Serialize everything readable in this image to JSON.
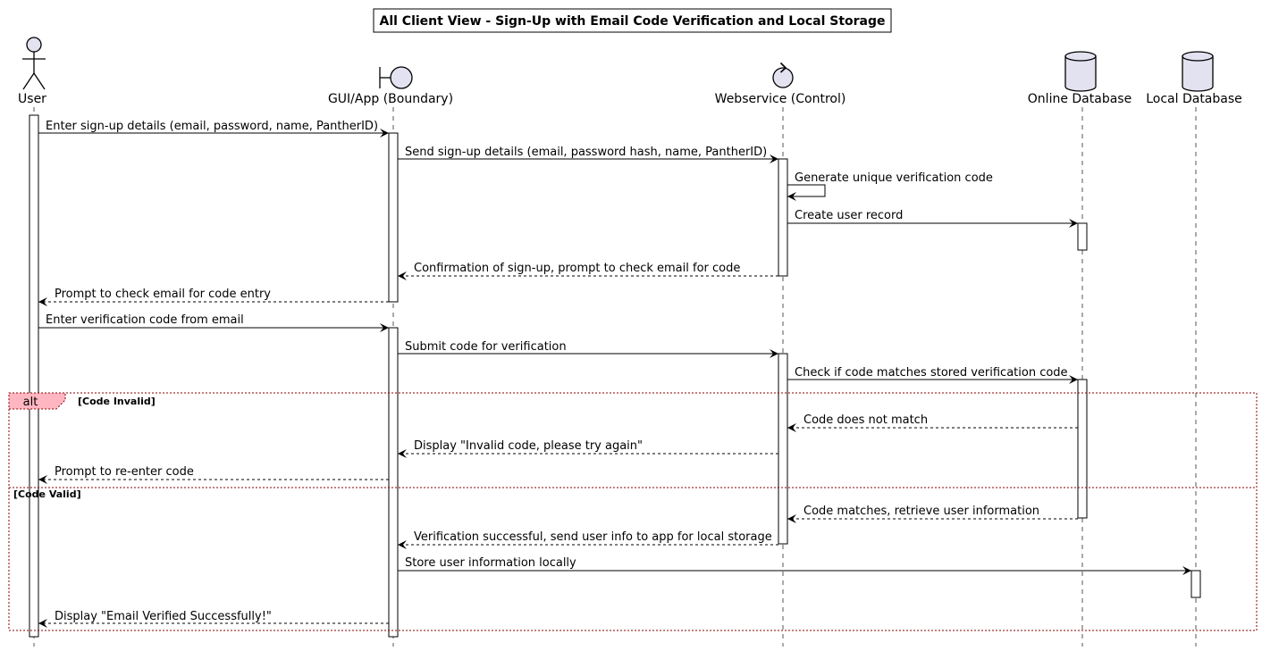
{
  "diagram": {
    "title": "All Client View - Sign-Up with Email Code Verification and Local Storage",
    "colors": {
      "participant_fill": "#E2E2F0",
      "alt_frame": "#8B0000",
      "alt_tab_fill": "#FFB6C1"
    },
    "participants": [
      {
        "id": "user",
        "name": "User",
        "kind": "actor",
        "icon": "actor-icon"
      },
      {
        "id": "gui",
        "name": "GUI/App (Boundary)",
        "kind": "boundary",
        "icon": "boundary-icon"
      },
      {
        "id": "ws",
        "name": "Webservice (Control)",
        "kind": "control",
        "icon": "control-icon"
      },
      {
        "id": "odb",
        "name": "Online Database",
        "kind": "database",
        "icon": "database-icon"
      },
      {
        "id": "ldb",
        "name": "Local Database",
        "kind": "database",
        "icon": "database-icon"
      }
    ],
    "messages": [
      {
        "from": "user",
        "to": "gui",
        "text": "Enter sign-up details (email, password, name, PantherID)",
        "type": "sync"
      },
      {
        "from": "gui",
        "to": "ws",
        "text": "Send sign-up details (email, password hash, name, PantherID)",
        "type": "sync"
      },
      {
        "from": "ws",
        "to": "ws",
        "text": "Generate unique verification code",
        "type": "self"
      },
      {
        "from": "ws",
        "to": "odb",
        "text": "Create user record",
        "type": "sync"
      },
      {
        "from": "ws",
        "to": "gui",
        "text": "Confirmation of sign-up, prompt to check email for code",
        "type": "return"
      },
      {
        "from": "gui",
        "to": "user",
        "text": "Prompt to check email for code entry",
        "type": "return"
      },
      {
        "from": "user",
        "to": "gui",
        "text": "Enter verification code from email",
        "type": "sync"
      },
      {
        "from": "gui",
        "to": "ws",
        "text": "Submit code for verification",
        "type": "sync"
      },
      {
        "from": "ws",
        "to": "odb",
        "text": "Check if code matches stored verification code",
        "type": "sync"
      },
      {
        "from": "odb",
        "to": "ws",
        "text": "Code does not match",
        "type": "return"
      },
      {
        "from": "ws",
        "to": "gui",
        "text": "Display \"Invalid code, please try again\"",
        "type": "return"
      },
      {
        "from": "gui",
        "to": "user",
        "text": "Prompt to re-enter code",
        "type": "return"
      },
      {
        "from": "odb",
        "to": "ws",
        "text": "Code matches, retrieve user information",
        "type": "return"
      },
      {
        "from": "ws",
        "to": "gui",
        "text": "Verification successful, send user info to app for local storage",
        "type": "return"
      },
      {
        "from": "gui",
        "to": "ldb",
        "text": "Store user information locally",
        "type": "sync"
      },
      {
        "from": "gui",
        "to": "user",
        "text": "Display \"Email Verified Successfully!\"",
        "type": "return"
      }
    ],
    "alt": {
      "label": "alt",
      "guards": [
        "[Code Invalid]",
        "[Code Valid]"
      ]
    }
  }
}
